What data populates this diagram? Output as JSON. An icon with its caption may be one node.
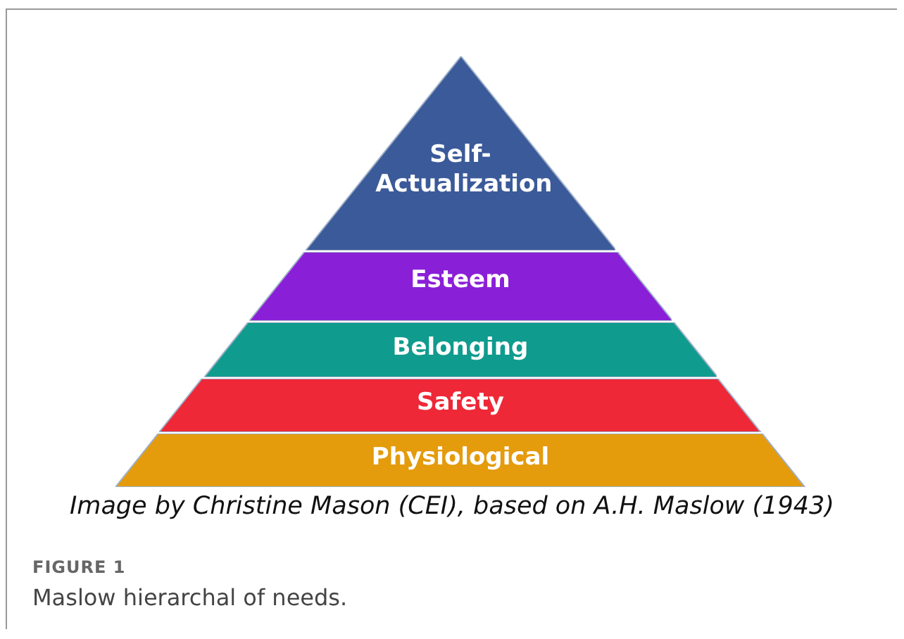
{
  "diagram": {
    "caption": "Maslow hierarchal of needs.",
    "nodes": [
      {
        "text": [
          "Self-Actualization"
        ]
      },
      {
        "text": [
          "Esteem"
        ]
      },
      {
        "text": [
          "Belonging"
        ]
      },
      {
        "text": [
          "Safety"
        ]
      },
      {
        "text": [
          "Physiological"
        ]
      }
    ],
    "labels": [
      "Image by Christine Mason (CEI), based on A.H. Maslow (1943)",
      "FIGURE 1"
    ]
  }
}
